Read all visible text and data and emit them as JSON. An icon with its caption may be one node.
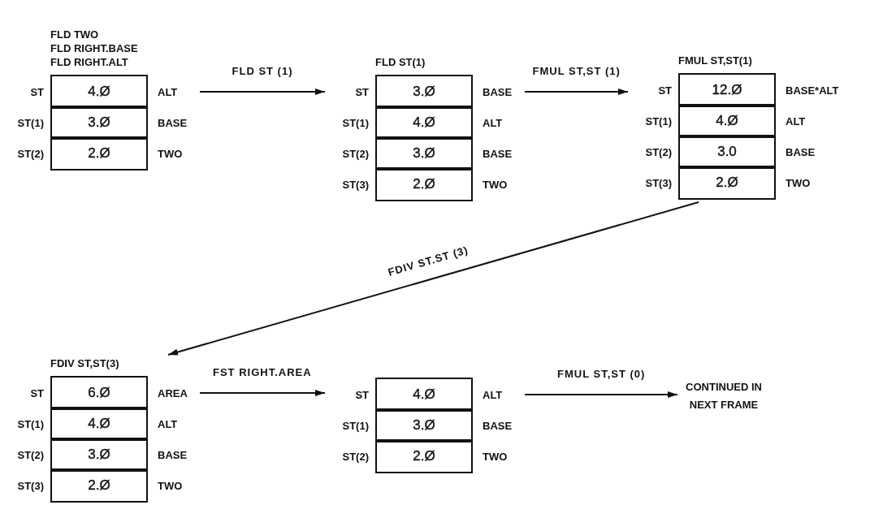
{
  "diagram": {
    "nodes": [
      {
        "text": [
          "FLD TWO",
          "FLD RIGHT.BASE",
          "FLD RIGHT.ALT"
        ]
      },
      {
        "text": [
          "4.Ø"
        ],
        "in": 0,
        "beside": [
          "ST",
          "ALT"
        ]
      },
      {
        "text": [
          "3.Ø"
        ],
        "in": 0,
        "beside": [
          "ST(1)",
          "BASE"
        ]
      },
      {
        "text": [
          "2.Ø"
        ],
        "in": 0,
        "beside": [
          "ST(2)",
          "TWO"
        ]
      },
      {
        "text": [
          "FLD ST(1)"
        ]
      },
      {
        "text": [
          "3.Ø"
        ],
        "in": 4,
        "beside": [
          "ST",
          "BASE"
        ]
      },
      {
        "text": [
          "4.Ø"
        ],
        "in": 4,
        "beside": [
          "ST(1)",
          "ALT"
        ]
      },
      {
        "text": [
          "3.Ø"
        ],
        "in": 4,
        "beside": [
          "ST(2)",
          "BASE"
        ]
      },
      {
        "text": [
          "2.Ø"
        ],
        "in": 4,
        "beside": [
          "ST(3)",
          "TWO"
        ]
      },
      {
        "text": [
          "FMUL ST,ST(1)"
        ]
      },
      {
        "text": [
          "12.Ø"
        ],
        "in": 9,
        "beside": [
          "ST",
          "BASE*ALT"
        ]
      },
      {
        "text": [
          "4.Ø"
        ],
        "in": 9,
        "beside": [
          "ST(1)",
          "ALT"
        ]
      },
      {
        "text": [
          "3.0"
        ],
        "in": 9,
        "beside": [
          "ST(2)",
          "BASE"
        ]
      },
      {
        "text": [
          "2.Ø"
        ],
        "in": 9,
        "beside": [
          "ST(3)",
          "TWO"
        ]
      },
      {
        "text": [
          "FDIV ST,ST(3)"
        ]
      },
      {
        "text": [
          "6.Ø"
        ],
        "in": 14,
        "beside": [
          "ST",
          "AREA"
        ]
      },
      {
        "text": [
          "4.Ø"
        ],
        "in": 14,
        "beside": [
          "ST(1)",
          "ALT"
        ]
      },
      {
        "text": [
          "3.Ø"
        ],
        "in": 14,
        "beside": [
          "ST(2)",
          "BASE"
        ]
      },
      {
        "text": [
          "2.Ø"
        ],
        "in": 14,
        "beside": [
          "ST(3)",
          "TWO"
        ]
      },
      {
        "text": [],
        "shape": "box"
      },
      {
        "text": [
          "4.Ø"
        ],
        "in": 19,
        "beside": [
          "ST",
          "ALT"
        ]
      },
      {
        "text": [
          "3.Ø"
        ],
        "in": 19,
        "beside": [
          "ST(1)",
          "BASE"
        ]
      },
      {
        "text": [
          "2.Ø"
        ],
        "in": 19,
        "beside": [
          "ST(2)",
          "TWO"
        ]
      },
      {
        "text": [
          "CONTINUED IN NEXT FRAME"
        ]
      }
    ],
    "edges": [
      {
        "from": 0,
        "to": 4,
        "arrow": "to",
        "label": "FLD ST (1)"
      },
      {
        "from": 4,
        "to": 9,
        "arrow": "to",
        "label": "FMUL ST,ST (1)"
      },
      {
        "from": 9,
        "to": 14,
        "arrow": "to",
        "label": "FDIV ST.ST (3)"
      },
      {
        "from": 14,
        "to": 19,
        "arrow": "to",
        "label": "FST RIGHT.AREA"
      },
      {
        "from": 19,
        "to": 23,
        "arrow": "to",
        "label": "FMUL ST,ST (0)"
      }
    ]
  }
}
